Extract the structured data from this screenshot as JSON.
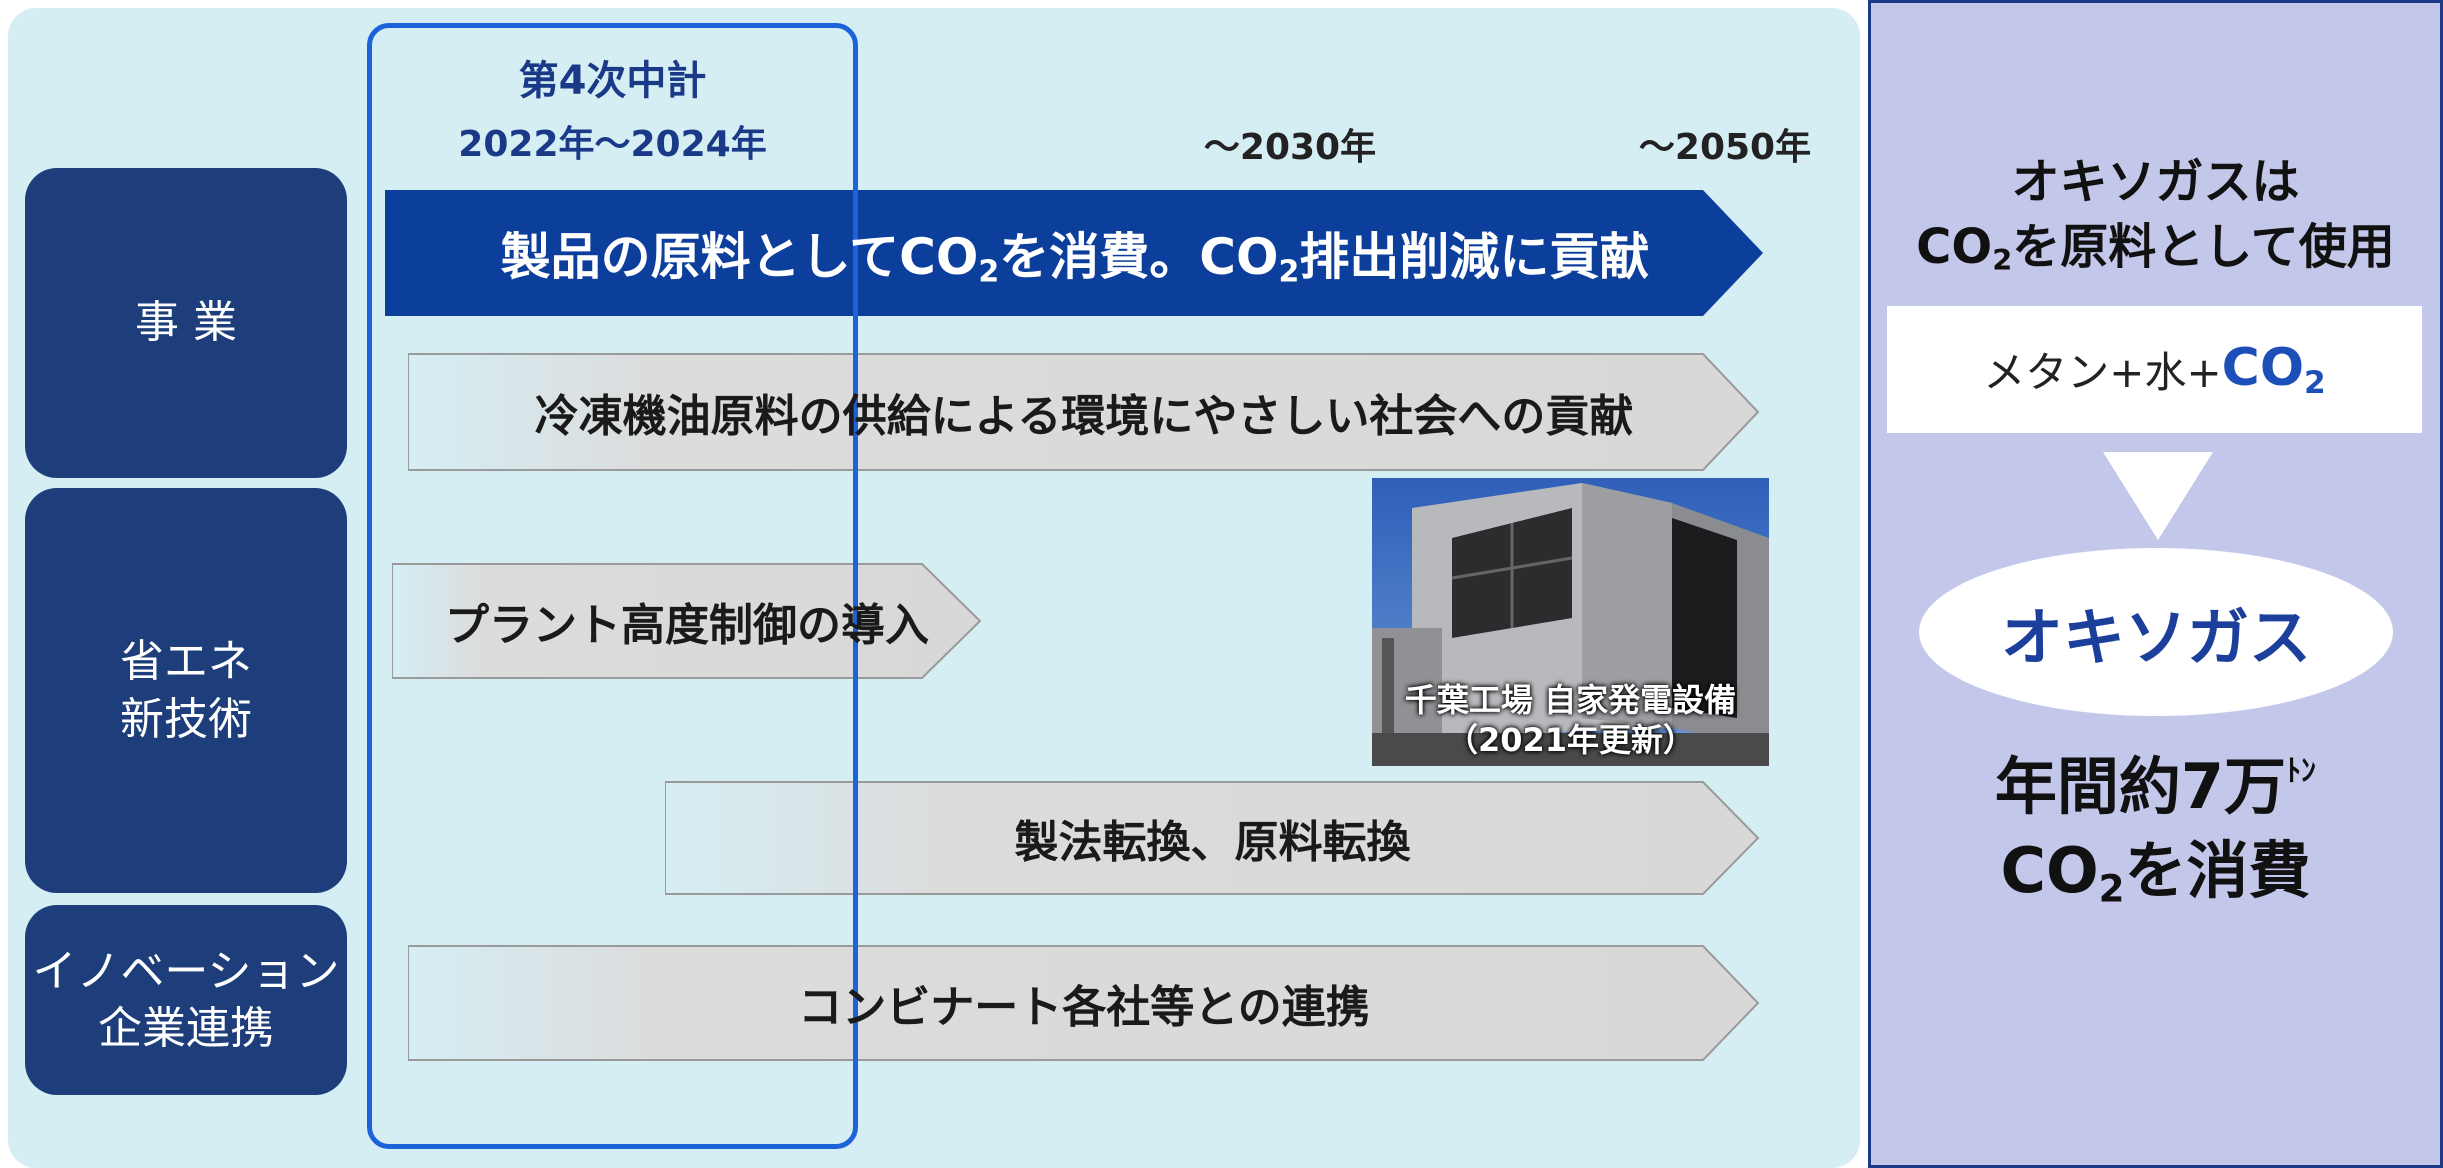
{
  "plan": {
    "title": "第4次中計",
    "years": "2022年～2024年"
  },
  "milestones": [
    "～2030年",
    "～2050年"
  ],
  "categories": [
    {
      "lines": [
        "事 業"
      ]
    },
    {
      "lines": [
        "省エネ",
        "新技術"
      ]
    },
    {
      "lines": [
        "イノベーション",
        "企業連携"
      ]
    }
  ],
  "main_arrow": {
    "prefix": "製品の原料として",
    "co2_a": "CO",
    "sub_a": "2",
    "middle": "を消費。",
    "co2_b": "CO",
    "sub_b": "2",
    "suffix": "排出削減に貢献",
    "color": "#0c3e9c"
  },
  "arrows": [
    "冷凍機油原料の供給による環境にやさしい社会への貢献",
    "プラント高度制御の導入",
    "製法転換、原料転換",
    "コンビナート各社等との連携"
  ],
  "photo": {
    "caption_line1": "千葉工場 自家発電設備",
    "caption_line2": "（2021年更新）"
  },
  "right_panel": {
    "heading_line1": "オキソガスは",
    "heading_co2": "CO",
    "heading_sub": "2",
    "heading_rest": "を原料として使用",
    "formula_prefix": "メタン+水+",
    "formula_co2": "CO",
    "formula_sub": "2",
    "product": "オキソガス",
    "annual": "年間約7万",
    "unit_small": "ﾄﾝ",
    "consume_co2": "CO",
    "consume_sub": "2",
    "consume_rest": "を消費",
    "accent": "#1c4fb8"
  }
}
